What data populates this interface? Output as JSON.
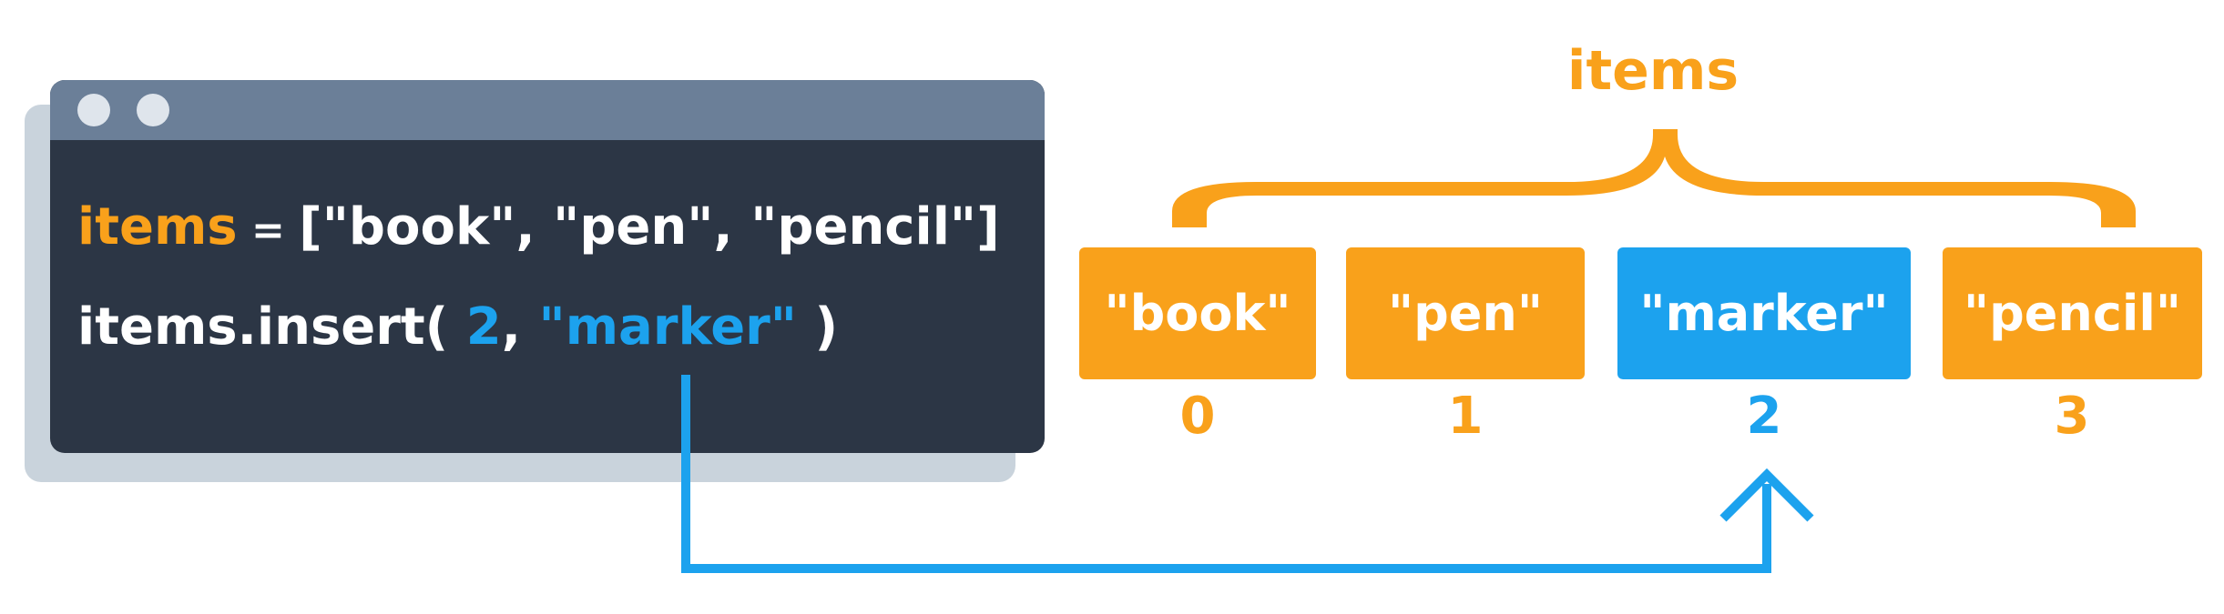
{
  "code": {
    "line1": {
      "var": "items",
      "eq": " = ",
      "rest": "[\"book\", \"pen\", \"pencil\"]"
    },
    "line2": {
      "prefix": "items.insert( ",
      "index": "2",
      "comma": ", ",
      "value": "\"marker\"",
      "suffix": " )"
    }
  },
  "diagram": {
    "label": "items",
    "cells": [
      {
        "text": "\"book\"",
        "index": "0",
        "color": "#f9a11b"
      },
      {
        "text": "\"pen\"",
        "index": "1",
        "color": "#f9a11b"
      },
      {
        "text": "\"marker\"",
        "index": "2",
        "color": "#1ca2ee"
      },
      {
        "text": "\"pencil\"",
        "index": "3",
        "color": "#f9a11b"
      }
    ]
  },
  "colors": {
    "accent_orange": "#f9a11b",
    "accent_blue": "#1ca2ee",
    "editor_bg": "#2c3645",
    "titlebar_bg": "#6b7f98"
  }
}
